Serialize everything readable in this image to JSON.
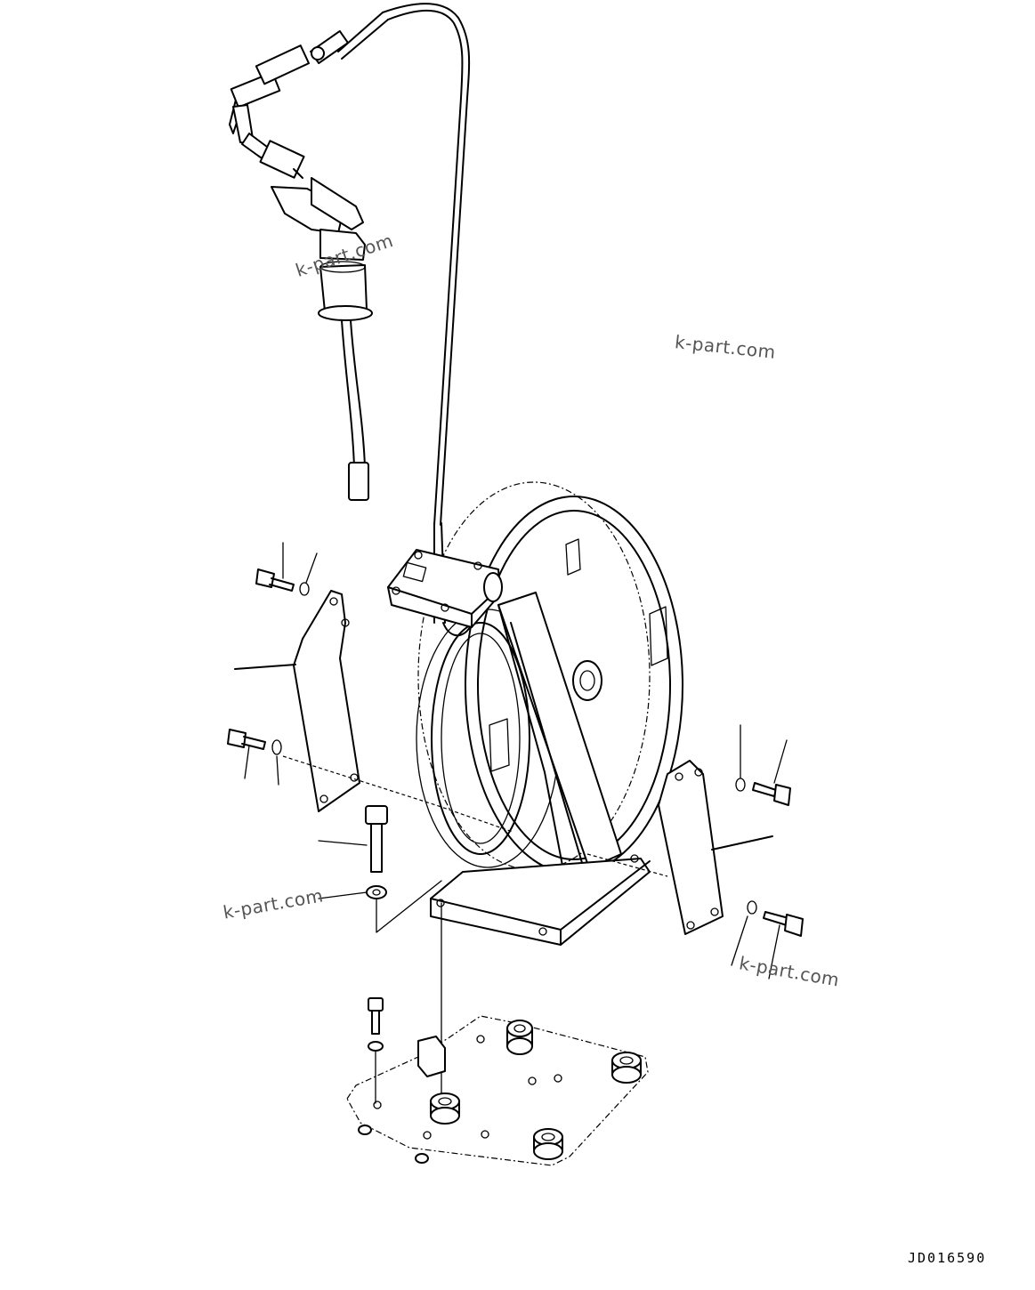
{
  "watermarks": {
    "wm1": "k-part.com",
    "wm2": "k-part.com",
    "wm3": "k-part.com",
    "wm4": "k-part.com"
  },
  "drawing_code": "JD016590",
  "colors": {
    "line": "#000000",
    "background": "#ffffff",
    "watermark": "#555555"
  }
}
